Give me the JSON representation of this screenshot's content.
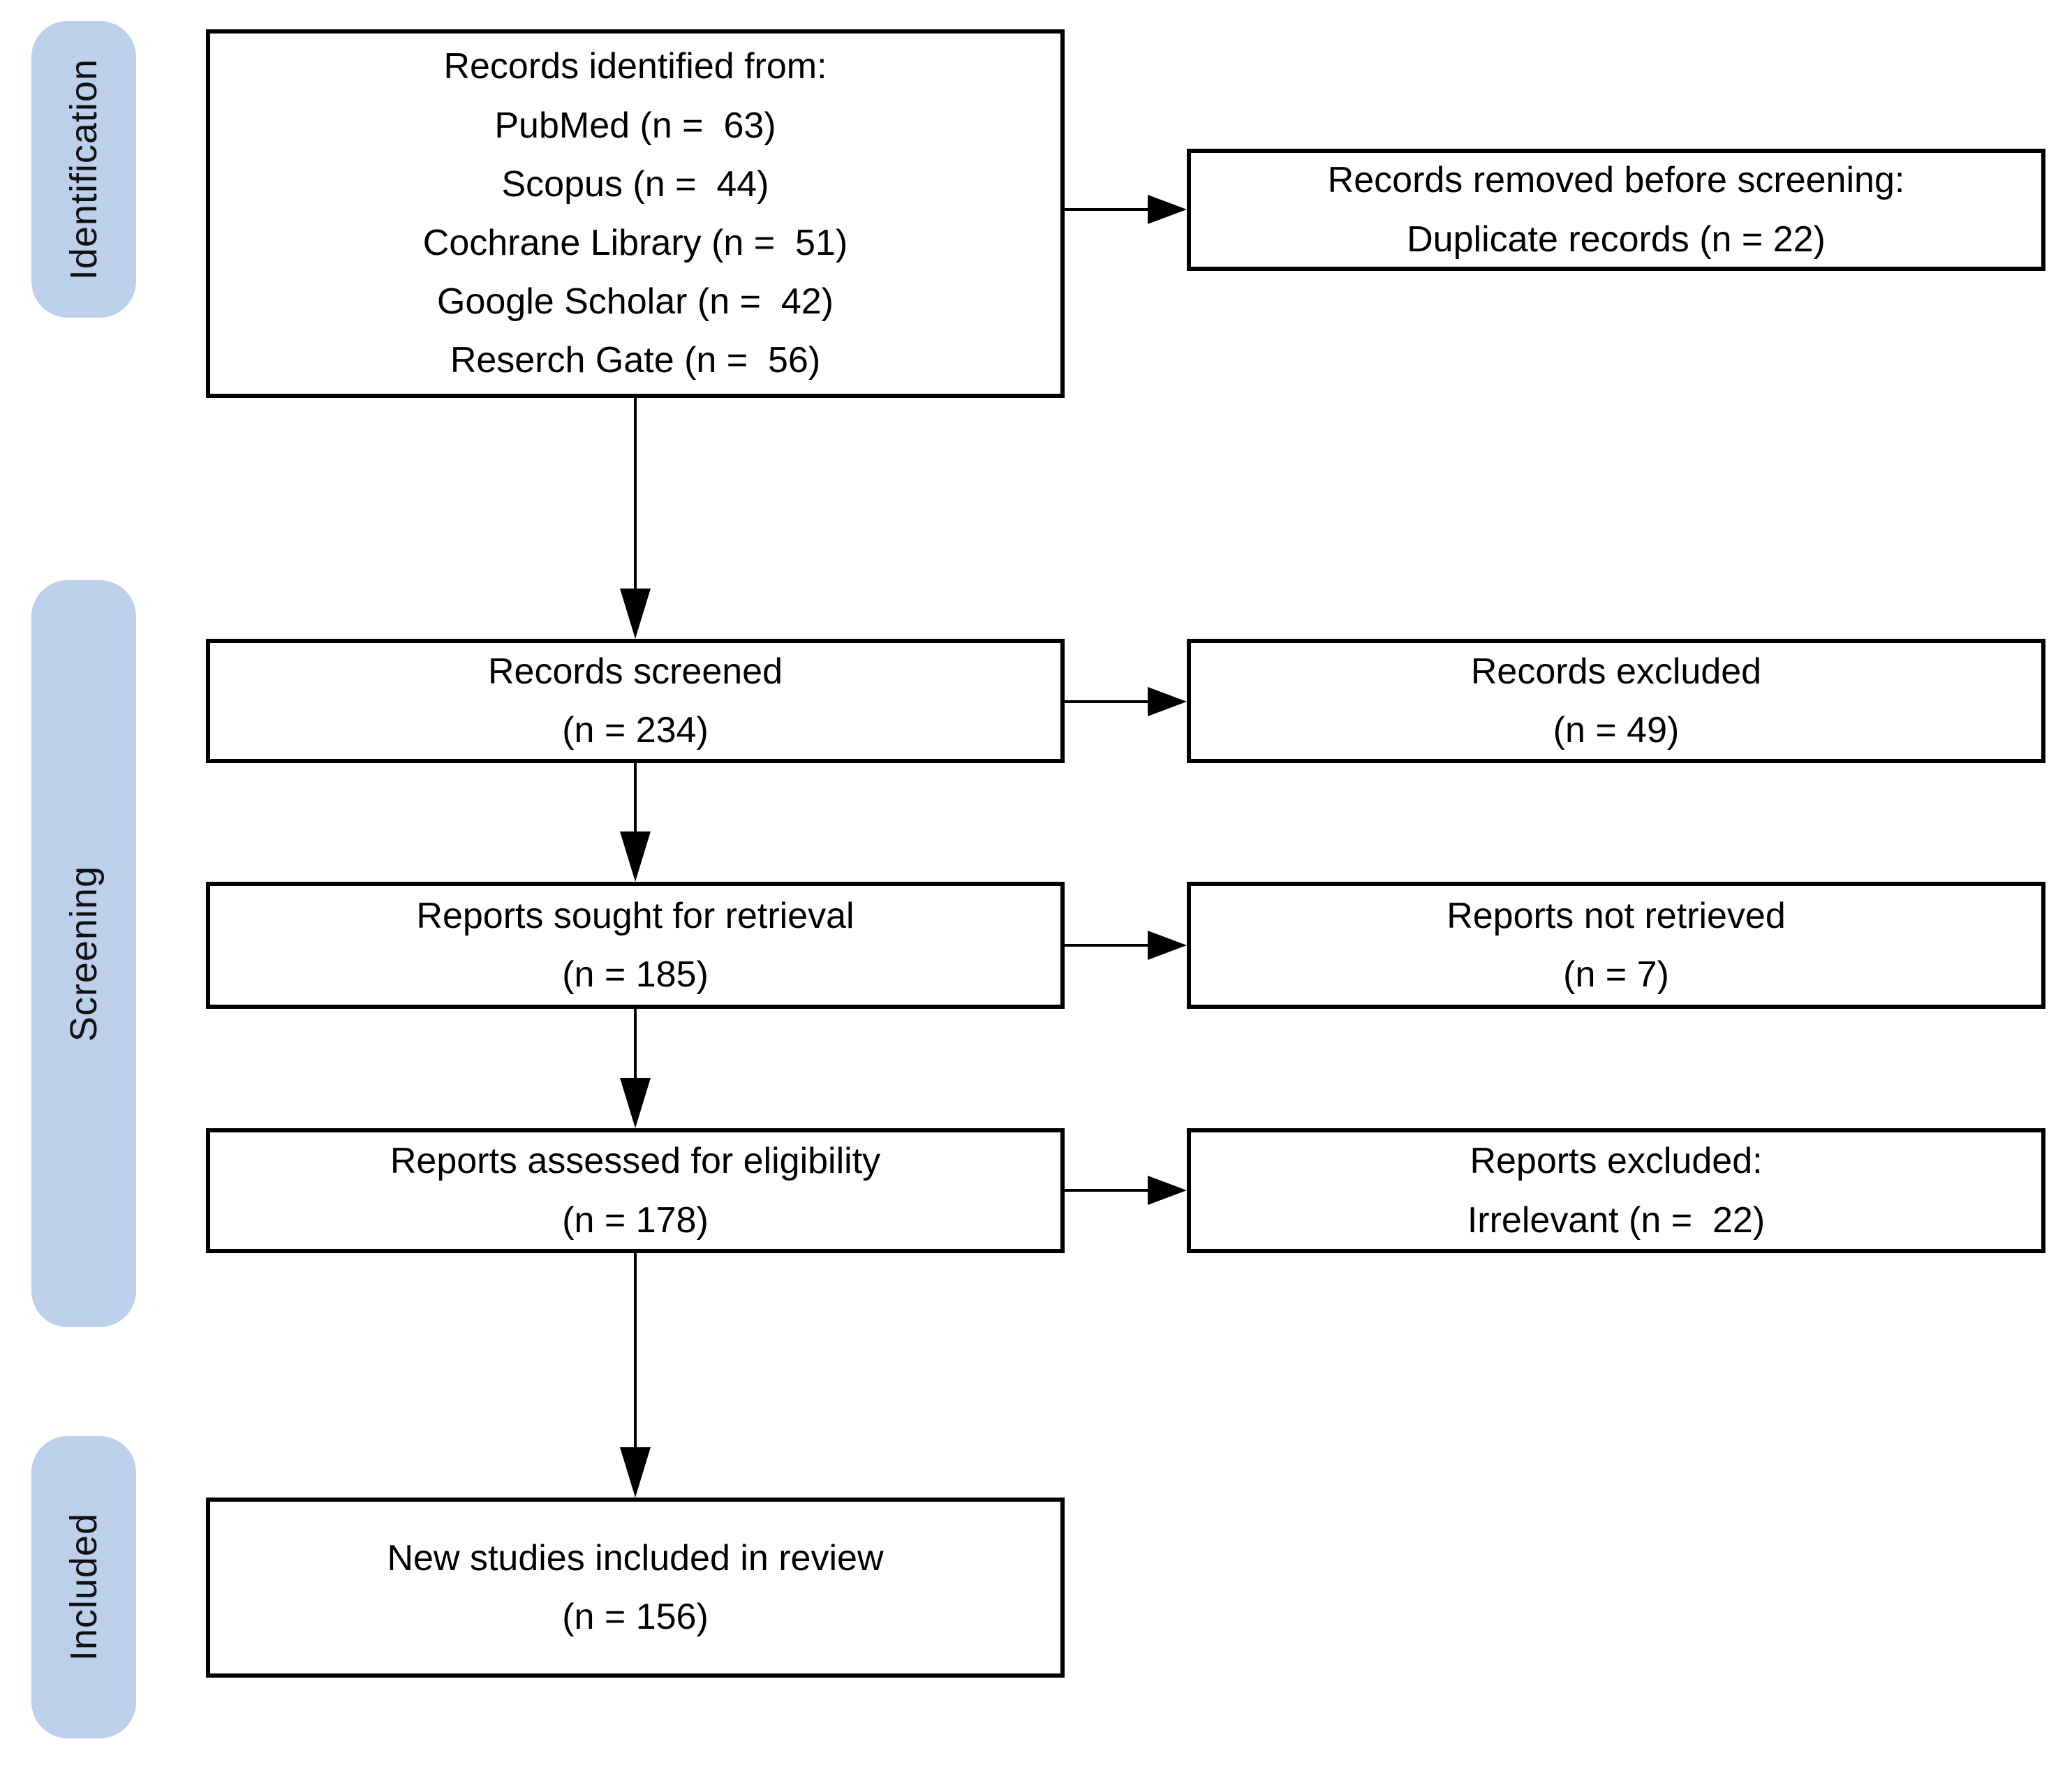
{
  "stages": [
    {
      "label": "Identification"
    },
    {
      "label": "Screening"
    },
    {
      "label": "Included"
    }
  ],
  "boxes": {
    "identified": {
      "lines": [
        "Records identified from:",
        "PubMed (n =  63)",
        "Scopus (n =  44)",
        "Cochrane Library (n =  51)",
        "Google Scholar (n =  42)",
        "Reserch Gate (n =  56)"
      ]
    },
    "removed": {
      "lines": [
        "Records removed before screening:",
        "Duplicate records (n = 22)"
      ]
    },
    "screened": {
      "lines": [
        "Records screened",
        "(n = 234)"
      ]
    },
    "excluded": {
      "lines": [
        "Records excluded",
        "(n = 49)"
      ]
    },
    "sought": {
      "lines": [
        "Reports sought for retrieval",
        "(n = 185)"
      ]
    },
    "not_retrieved": {
      "lines": [
        "Reports not retrieved",
        "(n = 7)"
      ]
    },
    "assessed": {
      "lines": [
        "Reports assessed for eligibility",
        "(n = 178)"
      ]
    },
    "reports_excluded": {
      "lines": [
        "Reports excluded:",
        "Irrelevant (n =  22)"
      ]
    },
    "included_review": {
      "lines": [
        "New studies included in review",
        "(n = 156)"
      ]
    }
  },
  "colors": {
    "stage_fill": "#BCD0EC",
    "box_border": "#000000",
    "box_fill": "#FFFFFF",
    "arrow": "#000000",
    "background": "#FFFFFF"
  }
}
